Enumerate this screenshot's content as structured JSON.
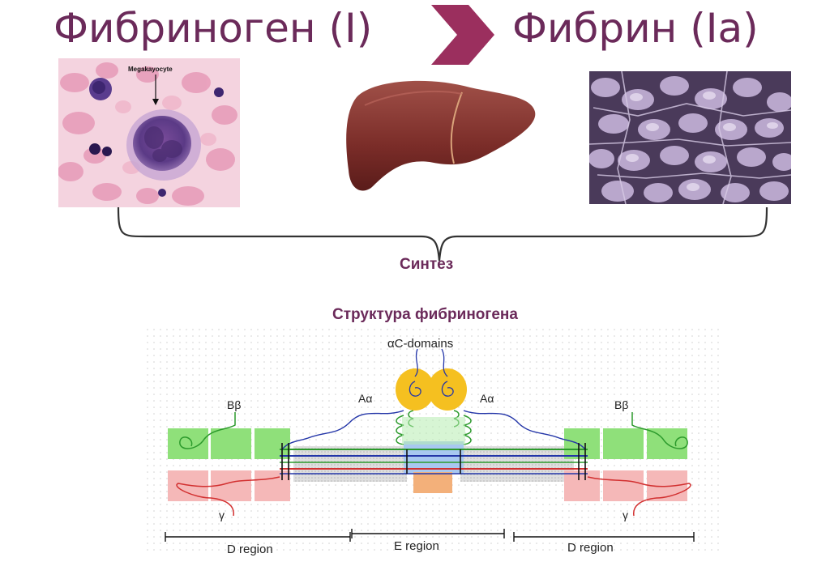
{
  "header": {
    "left_title": "Фибриноген (I)",
    "right_title": "Фибрин (Ia)",
    "arrow_color": "#9b2f5e",
    "title_color": "#6b2a5a"
  },
  "images": {
    "megakaryocyte_label": "Megakayocyte"
  },
  "captions": {
    "synthesis": "Синтез",
    "structure": "Структура фибриногена"
  },
  "diagram": {
    "alpha_c_domains": "αC-domains",
    "a_alpha_left": "Aα",
    "a_alpha_right": "Aα",
    "b_beta_left": "Bβ",
    "b_beta_right": "Bβ",
    "gamma_left": "γ",
    "gamma_right": "γ",
    "d_region_left": "D region",
    "e_region": "E region",
    "d_region_right": "D region",
    "colors": {
      "b_beta_chain": "#2c9a2c",
      "gamma_chain": "#d23030",
      "a_alpha_chain": "#2436a8",
      "green_box": "#8fe07a",
      "pink_box": "#f5b8b8",
      "yellow_domain": "#f5c020"
    }
  }
}
